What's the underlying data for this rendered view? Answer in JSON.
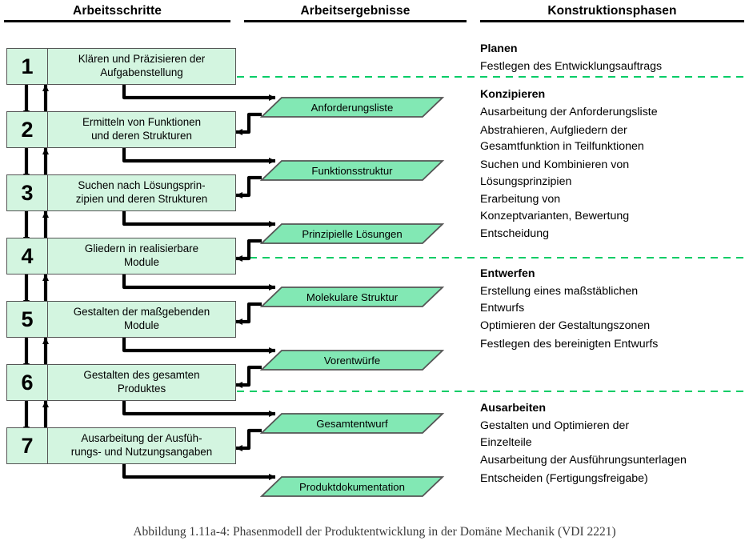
{
  "figure": {
    "caption": "Abbildung 1.11a-4: Phasenmodell der Produktentwicklung in der Domäne Mechanik (VDI 2221)",
    "colors": {
      "box_fill": "#d3f5e0",
      "parallelogram_fill": "#82e8b4",
      "outline": "#555555",
      "arrow": "#000000",
      "divider_dashed": "#00cc66",
      "header_rule": "#000000"
    }
  },
  "columns": [
    {
      "title": "Arbeitsschritte"
    },
    {
      "title": "Arbeitsergebnisse"
    },
    {
      "title": "Konstruktionsphasen"
    }
  ],
  "steps": [
    {
      "num": "1",
      "line1": "Klären und Präzisieren der",
      "line2": "Aufgabenstellung"
    },
    {
      "num": "2",
      "line1": "Ermitteln von Funktionen",
      "line2": "und deren Strukturen"
    },
    {
      "num": "3",
      "line1": "Suchen nach Lösungsprin-",
      "line2": "zipien und deren Strukturen"
    },
    {
      "num": "4",
      "line1": "Gliedern in realisierbare",
      "line2": "Module"
    },
    {
      "num": "5",
      "line1": "Gestalten der maßgebenden",
      "line2": "Module"
    },
    {
      "num": "6",
      "line1": "Gestalten des gesamten",
      "line2": "Produktes"
    },
    {
      "num": "7",
      "line1": "Ausarbeitung der Ausfüh-",
      "line2": "rungs- und Nutzungsangaben"
    }
  ],
  "results": [
    {
      "label": "Anforderungsliste"
    },
    {
      "label": "Funktionsstruktur"
    },
    {
      "label": "Prinzipielle Lösungen"
    },
    {
      "label": "Molekulare Struktur"
    },
    {
      "label": "Vorentwürfe"
    },
    {
      "label": "Gesamtentwurf"
    },
    {
      "label": "Produktdokumentation"
    }
  ],
  "phases": [
    {
      "title": "Planen",
      "items": [
        "Festlegen des Entwicklungsauftrags"
      ]
    },
    {
      "title": "Konzipieren",
      "items": [
        "Ausarbeitung der Anforderungsliste",
        "Abstrahieren, Aufgliedern der",
        "Gesamtfunktion in Teilfunktionen",
        "Suchen und Kombinieren von",
        "Lösungsprinzipien",
        "Erarbeitung von",
        "Konzeptvarianten, Bewertung",
        "Entscheidung"
      ]
    },
    {
      "title": "Entwerfen",
      "items": [
        "Erstellung eines maßstäblichen",
        "Entwurfs",
        "Optimieren der Gestaltungszonen",
        "Festlegen des bereinigten Entwurfs"
      ]
    },
    {
      "title": "Ausarbeiten",
      "items": [
        "Gestalten und Optimieren der",
        "Einzelteile",
        "Ausarbeitung der Ausführungsunterlagen",
        "Entscheiden (Fertigungsfreigabe)"
      ]
    }
  ]
}
